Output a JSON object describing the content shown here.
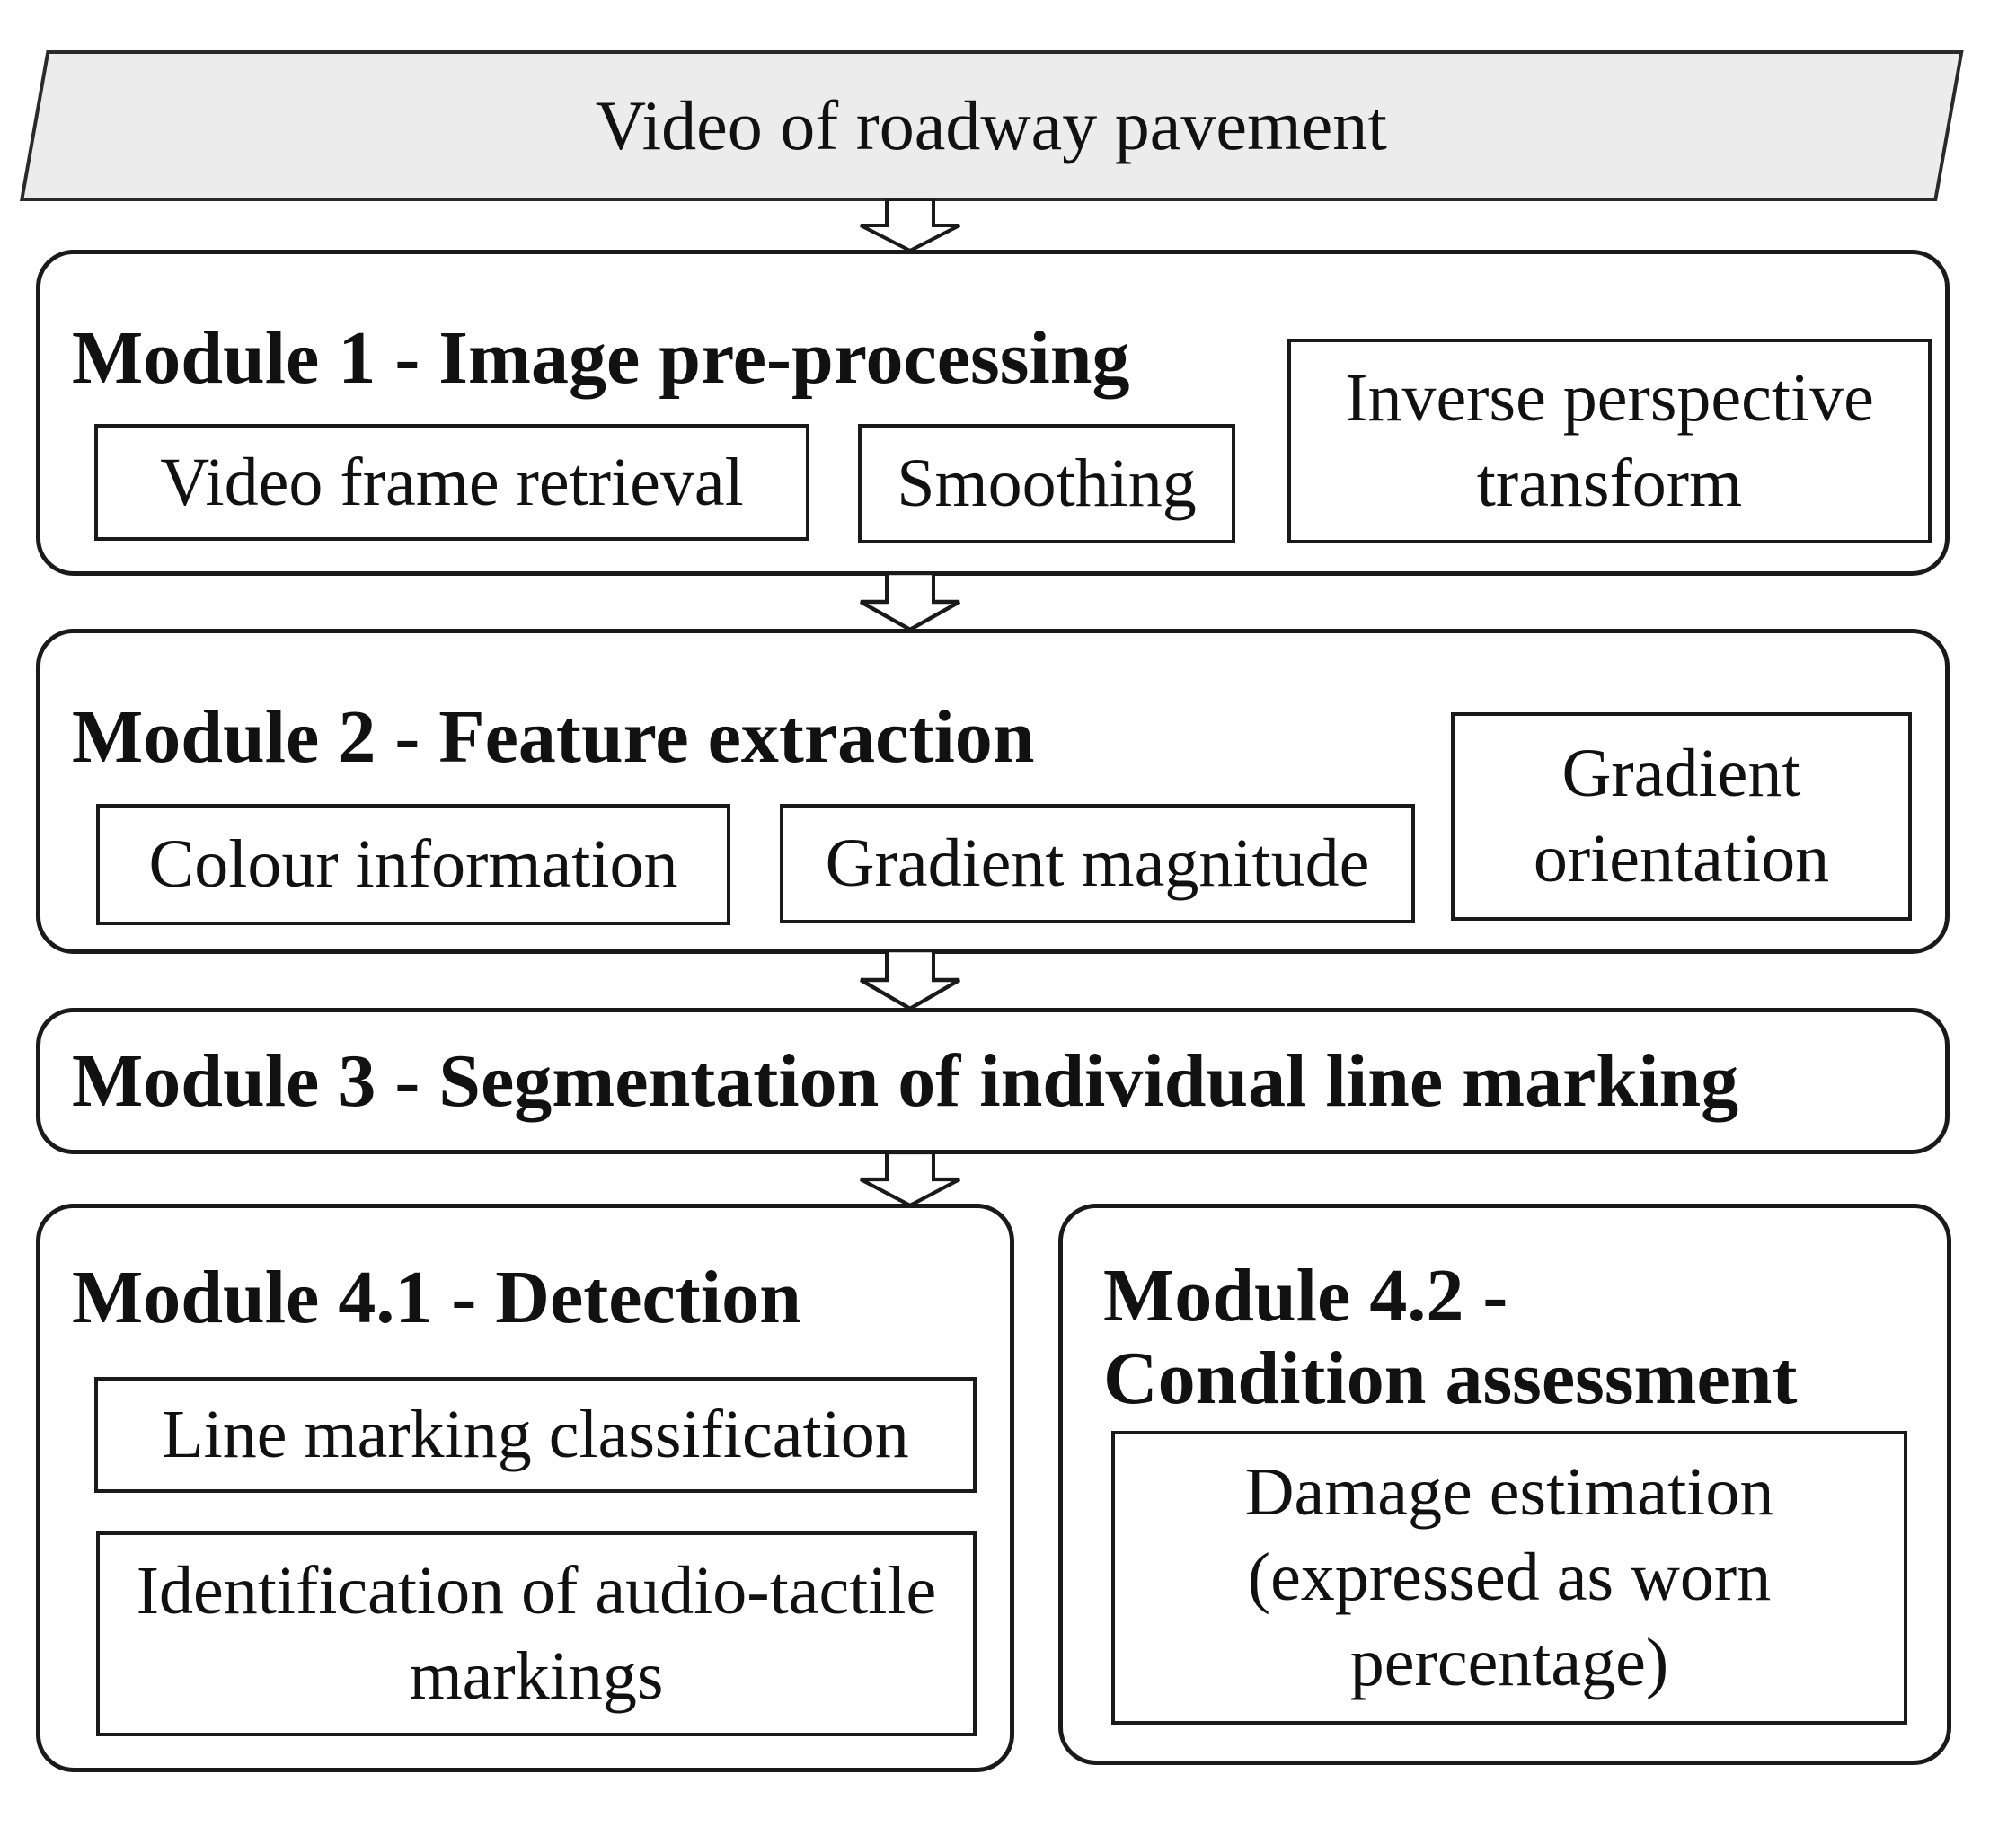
{
  "diagram": {
    "start": {
      "label": "Video of roadway pavement"
    },
    "module1": {
      "title": "Module 1 - Image pre-processing",
      "boxes": [
        "Video frame retrieval",
        "Smoothing",
        "Inverse perspective transform"
      ]
    },
    "module2": {
      "title": "Module 2 - Feature extraction",
      "boxes": [
        "Colour information",
        "Gradient magnitude",
        "Gradient orientation"
      ]
    },
    "module3": {
      "title": "Module 3 - Segmentation of individual line marking"
    },
    "module4_1": {
      "title": "Module 4.1 - Detection",
      "boxes": [
        "Line marking classification",
        "Identification of audio-tactile markings"
      ]
    },
    "module4_2": {
      "title_line1": "Module 4.2 -",
      "title_line2": "Condition assessment",
      "boxes": [
        "Damage estimation (expressed as worn percentage)"
      ]
    },
    "colors": {
      "background": "#ffffff",
      "parallelogram_fill": "#ececec",
      "border": "#1a1a1a",
      "text": "#111111"
    }
  }
}
